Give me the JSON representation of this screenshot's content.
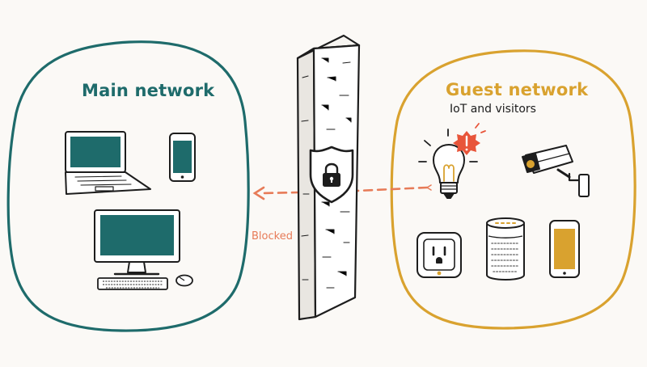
{
  "main_network": {
    "title": "Main network",
    "devices": [
      "laptop-icon",
      "smartphone-icon",
      "desktop-computer-icon",
      "keyboard-icon",
      "mouse-icon"
    ]
  },
  "guest_network": {
    "title": "Guest network",
    "subtitle": "IoT and visitors",
    "devices": [
      "smart-bulb-icon",
      "alert-icon",
      "security-camera-icon",
      "smart-plug-icon",
      "smart-speaker-icon",
      "smartphone-icon"
    ]
  },
  "firewall": {
    "icons": [
      "shield-icon",
      "padlock-icon"
    ]
  },
  "connection": {
    "label": "Blocked"
  },
  "colors": {
    "main": "#1e6b6b",
    "guest": "#d9a22f",
    "blocked": "#e77b58",
    "alert": "#e8553a",
    "ink": "#1d1d1d",
    "background": "#fbf9f6"
  }
}
